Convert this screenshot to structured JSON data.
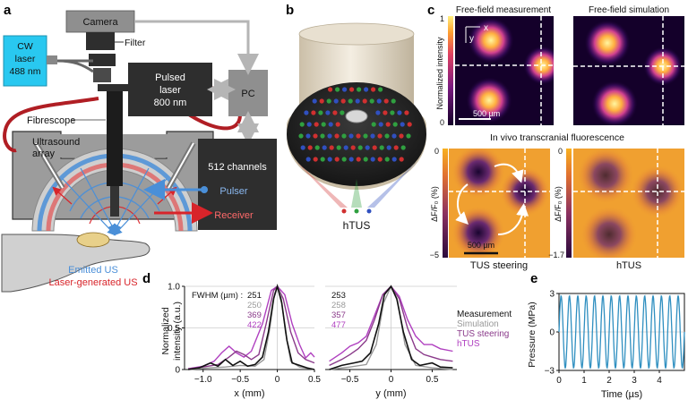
{
  "panel_labels": {
    "a": "a",
    "b": "b",
    "c": "c",
    "d": "d",
    "e": "e"
  },
  "panel_a": {
    "camera": "Camera",
    "filter": "Filter",
    "cw_laser": [
      "CW",
      "laser",
      "488 nm"
    ],
    "pulsed_laser": [
      "Pulsed",
      "laser",
      "800 nm"
    ],
    "pc": "PC",
    "fibrescope": "Fibrescope",
    "ultrasound_array": [
      "Ultrasound",
      "array"
    ],
    "channels": "512 channels",
    "pulser": "Pulser",
    "receiver": "Receiver",
    "emitted_us": "Emitted US",
    "laser_generated_us": "Laser-generated US",
    "colors": {
      "cw_laser_box": "#29c8f0",
      "dark_box": "#2e2e2e",
      "pc_box": "#8f8f8f",
      "cable": "#b01e24",
      "emitted_us": "#4a8fd8",
      "laser_us": "#d8242a",
      "transducer": "#c9c9c9"
    }
  },
  "panel_b": {
    "label": "hTUS",
    "dot_colors": [
      "#d03030",
      "#30a040",
      "#3050c0"
    ]
  },
  "panel_c": {
    "maps": [
      {
        "title": "Free-field measurement"
      },
      {
        "title": "Free-field simulation"
      },
      {
        "title": "TUS steering"
      },
      {
        "title": "hTUS"
      }
    ],
    "top_colorbar": {
      "label": "Normalized intensity",
      "max": "1",
      "min": "0"
    },
    "axis_x": "x",
    "axis_y": "y",
    "scalebar": "500 µm",
    "in_vivo_title": "In vivo transcranial fluorescence",
    "bottom_left_colorbar": {
      "label": "ΔF/F₀ (%)",
      "max": "0",
      "min": "−5"
    },
    "bottom_right_colorbar": {
      "label": "ΔF/F₀ (%)",
      "max": "0",
      "min": "−1.7"
    },
    "colors": {
      "intensity_low": "#14002a",
      "intensity_high": "#ffe060",
      "fluo_low": "#2a0a3c",
      "fluo_high": "#f8b020"
    }
  },
  "panel_d": {
    "ylabel": [
      "Normalized",
      "intensity (a.u.)"
    ],
    "fwhm_label": "FWHM (µm) :",
    "fwhm_x": [
      "251",
      "250",
      "369",
      "422"
    ],
    "fwhm_y": [
      "253",
      "258",
      "357",
      "477"
    ],
    "legend": [
      "Measurement",
      "Simulation",
      "TUS steering",
      "hTUS"
    ],
    "colors": [
      "#111111",
      "#999999",
      "#8a3a8a",
      "#b040c0"
    ],
    "chart_data": [
      {
        "type": "line",
        "xlabel": "x (mm)",
        "ylabel": "Normalized intensity (a.u.)",
        "xlim": [
          -1.25,
          0.5
        ],
        "ylim": [
          0,
          1.0
        ],
        "xticks": [
          "−1.0",
          "−0.5",
          "0",
          "0.5"
        ],
        "yticks": [
          "0",
          "0.5",
          "1.0"
        ],
        "series": [
          {
            "name": "Measurement",
            "points": [
              [
                -1.2,
                0.0
              ],
              [
                -1.05,
                0.02
              ],
              [
                -0.9,
                0.08
              ],
              [
                -0.8,
                0.04
              ],
              [
                -0.7,
                0.12
              ],
              [
                -0.6,
                0.05
              ],
              [
                -0.5,
                0.1
              ],
              [
                -0.4,
                0.04
              ],
              [
                -0.3,
                0.06
              ],
              [
                -0.2,
                0.15
              ],
              [
                -0.12,
                0.45
              ],
              [
                -0.05,
                0.85
              ],
              [
                0.0,
                1.0
              ],
              [
                0.06,
                0.8
              ],
              [
                0.13,
                0.35
              ],
              [
                0.2,
                0.08
              ],
              [
                0.3,
                0.05
              ],
              [
                0.4,
                0.02
              ],
              [
                0.5,
                0.0
              ]
            ]
          },
          {
            "name": "Simulation",
            "points": [
              [
                -1.2,
                0.0
              ],
              [
                -0.9,
                0.02
              ],
              [
                -0.7,
                0.03
              ],
              [
                -0.5,
                0.05
              ],
              [
                -0.3,
                0.04
              ],
              [
                -0.18,
                0.12
              ],
              [
                -0.1,
                0.5
              ],
              [
                -0.04,
                0.9
              ],
              [
                0.0,
                1.0
              ],
              [
                0.05,
                0.88
              ],
              [
                0.11,
                0.45
              ],
              [
                0.18,
                0.1
              ],
              [
                0.3,
                0.03
              ],
              [
                0.5,
                0.0
              ]
            ]
          },
          {
            "name": "TUS steering",
            "points": [
              [
                -1.2,
                0.01
              ],
              [
                -1.0,
                0.03
              ],
              [
                -0.8,
                0.06
              ],
              [
                -0.65,
                0.15
              ],
              [
                -0.55,
                0.22
              ],
              [
                -0.45,
                0.18
              ],
              [
                -0.35,
                0.12
              ],
              [
                -0.25,
                0.18
              ],
              [
                -0.15,
                0.55
              ],
              [
                -0.05,
                0.95
              ],
              [
                0.0,
                1.0
              ],
              [
                0.08,
                0.85
              ],
              [
                0.18,
                0.45
              ],
              [
                0.28,
                0.2
              ],
              [
                0.38,
                0.12
              ],
              [
                0.5,
                0.08
              ]
            ]
          },
          {
            "name": "hTUS",
            "points": [
              [
                -1.2,
                0.01
              ],
              [
                -1.0,
                0.04
              ],
              [
                -0.85,
                0.1
              ],
              [
                -0.75,
                0.2
              ],
              [
                -0.65,
                0.28
              ],
              [
                -0.55,
                0.2
              ],
              [
                -0.45,
                0.15
              ],
              [
                -0.35,
                0.22
              ],
              [
                -0.2,
                0.55
              ],
              [
                -0.08,
                0.95
              ],
              [
                0.0,
                1.0
              ],
              [
                0.1,
                0.9
              ],
              [
                0.2,
                0.55
              ],
              [
                0.3,
                0.3
              ],
              [
                0.38,
                0.14
              ],
              [
                0.45,
                0.2
              ],
              [
                0.5,
                0.15
              ]
            ]
          }
        ]
      },
      {
        "type": "line",
        "xlabel": "y (mm)",
        "ylabel": "",
        "xlim": [
          -0.8,
          0.8
        ],
        "ylim": [
          0,
          1.0
        ],
        "xticks": [
          "−0.5",
          "0",
          "0.5"
        ],
        "yticks": [],
        "series": [
          {
            "name": "Measurement",
            "points": [
              [
                -0.75,
                0.0
              ],
              [
                -0.6,
                0.05
              ],
              [
                -0.45,
                0.08
              ],
              [
                -0.35,
                0.1
              ],
              [
                -0.25,
                0.2
              ],
              [
                -0.15,
                0.55
              ],
              [
                -0.08,
                0.9
              ],
              [
                0.0,
                1.0
              ],
              [
                0.07,
                0.85
              ],
              [
                0.15,
                0.45
              ],
              [
                0.25,
                0.12
              ],
              [
                0.35,
                0.05
              ],
              [
                0.5,
                0.08
              ],
              [
                0.6,
                0.03
              ],
              [
                0.75,
                0.02
              ]
            ]
          },
          {
            "name": "Simulation",
            "points": [
              [
                -0.75,
                0.0
              ],
              [
                -0.5,
                0.03
              ],
              [
                -0.3,
                0.06
              ],
              [
                -0.18,
                0.3
              ],
              [
                -0.09,
                0.8
              ],
              [
                0.0,
                1.0
              ],
              [
                0.08,
                0.82
              ],
              [
                0.17,
                0.3
              ],
              [
                0.3,
                0.05
              ],
              [
                0.5,
                0.02
              ],
              [
                0.75,
                0.0
              ]
            ]
          },
          {
            "name": "TUS steering",
            "points": [
              [
                -0.75,
                0.05
              ],
              [
                -0.6,
                0.12
              ],
              [
                -0.5,
                0.18
              ],
              [
                -0.4,
                0.25
              ],
              [
                -0.3,
                0.35
              ],
              [
                -0.2,
                0.6
              ],
              [
                -0.1,
                0.9
              ],
              [
                0.0,
                1.0
              ],
              [
                0.1,
                0.85
              ],
              [
                0.2,
                0.5
              ],
              [
                0.3,
                0.25
              ],
              [
                0.4,
                0.18
              ],
              [
                0.5,
                0.15
              ],
              [
                0.6,
                0.12
              ],
              [
                0.75,
                0.1
              ]
            ]
          },
          {
            "name": "hTUS",
            "points": [
              [
                -0.75,
                0.1
              ],
              [
                -0.6,
                0.2
              ],
              [
                -0.5,
                0.28
              ],
              [
                -0.4,
                0.32
              ],
              [
                -0.3,
                0.4
              ],
              [
                -0.2,
                0.65
              ],
              [
                -0.1,
                0.9
              ],
              [
                0.0,
                1.0
              ],
              [
                0.1,
                0.88
              ],
              [
                0.2,
                0.6
              ],
              [
                0.3,
                0.4
              ],
              [
                0.4,
                0.3
              ],
              [
                0.5,
                0.3
              ],
              [
                0.6,
                0.25
              ],
              [
                0.75,
                0.22
              ]
            ]
          }
        ]
      }
    ]
  },
  "panel_e": {
    "color": "#2f8fc0",
    "chart_data": {
      "type": "line",
      "xlabel": "Time (µs)",
      "ylabel": "Pressure (MPa)",
      "xlim": [
        0,
        5.0
      ],
      "ylim": [
        -3,
        3
      ],
      "xticks": [
        "0",
        "1",
        "2",
        "3",
        "4"
      ],
      "yticks": [
        "−3",
        "0",
        "3"
      ],
      "series": [
        {
          "name": "",
          "waveform": "sine",
          "frequency_mhz": 3.0,
          "amplitude_mpa": 2.8
        }
      ]
    }
  }
}
